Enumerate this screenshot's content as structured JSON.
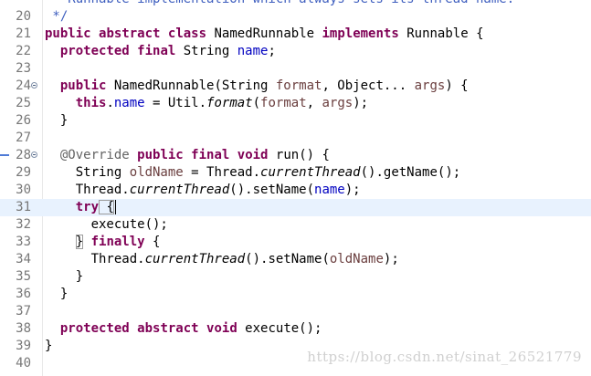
{
  "editor": {
    "lines": [
      {
        "n": "",
        "tokens": [
          {
            "t": "   Runnable implementation which always sets its thread name.",
            "c": "cmt"
          }
        ]
      },
      {
        "n": "20",
        "tokens": [
          {
            "t": " */",
            "c": "cmt"
          }
        ]
      },
      {
        "n": "21",
        "tokens": [
          {
            "t": "public",
            "c": "kw"
          },
          {
            "t": " "
          },
          {
            "t": "abstract",
            "c": "kw"
          },
          {
            "t": " "
          },
          {
            "t": "class",
            "c": "kw"
          },
          {
            "t": " NamedRunnable "
          },
          {
            "t": "implements",
            "c": "kw"
          },
          {
            "t": " Runnable {"
          }
        ]
      },
      {
        "n": "22",
        "tokens": [
          {
            "t": "  "
          },
          {
            "t": "protected",
            "c": "kw"
          },
          {
            "t": " "
          },
          {
            "t": "final",
            "c": "kw"
          },
          {
            "t": " String "
          },
          {
            "t": "name",
            "c": "fld"
          },
          {
            "t": ";"
          }
        ]
      },
      {
        "n": "23",
        "tokens": []
      },
      {
        "n": "24",
        "fold": true,
        "tokens": [
          {
            "t": "  "
          },
          {
            "t": "public",
            "c": "kw"
          },
          {
            "t": " NamedRunnable(String "
          },
          {
            "t": "format",
            "c": "param"
          },
          {
            "t": ", Object... "
          },
          {
            "t": "args",
            "c": "param"
          },
          {
            "t": ") {"
          }
        ]
      },
      {
        "n": "25",
        "tokens": [
          {
            "t": "    "
          },
          {
            "t": "this",
            "c": "kw"
          },
          {
            "t": "."
          },
          {
            "t": "name",
            "c": "fld"
          },
          {
            "t": " = Util."
          },
          {
            "t": "format",
            "c": "it"
          },
          {
            "t": "("
          },
          {
            "t": "format",
            "c": "param"
          },
          {
            "t": ", "
          },
          {
            "t": "args",
            "c": "param"
          },
          {
            "t": ");"
          }
        ]
      },
      {
        "n": "26",
        "tokens": [
          {
            "t": "  }"
          }
        ]
      },
      {
        "n": "27",
        "tokens": []
      },
      {
        "n": "28",
        "fold": true,
        "marker": true,
        "tokens": [
          {
            "t": "  "
          },
          {
            "t": "@Override",
            "c": "ann"
          },
          {
            "t": " "
          },
          {
            "t": "public",
            "c": "kw"
          },
          {
            "t": " "
          },
          {
            "t": "final",
            "c": "kw"
          },
          {
            "t": " "
          },
          {
            "t": "void",
            "c": "kw"
          },
          {
            "t": " run() {"
          }
        ]
      },
      {
        "n": "29",
        "tokens": [
          {
            "t": "    String "
          },
          {
            "t": "oldName",
            "c": "param"
          },
          {
            "t": " = Thread."
          },
          {
            "t": "currentThread",
            "c": "it"
          },
          {
            "t": "().getName();"
          }
        ]
      },
      {
        "n": "30",
        "tokens": [
          {
            "t": "    Thread."
          },
          {
            "t": "currentThread",
            "c": "it"
          },
          {
            "t": "().setName("
          },
          {
            "t": "name",
            "c": "fld"
          },
          {
            "t": ");"
          }
        ]
      },
      {
        "n": "31",
        "current": true,
        "caret": true,
        "tokens": [
          {
            "t": "    "
          },
          {
            "t": "try",
            "c": "kw"
          },
          {
            "t": " {",
            "c": "box"
          }
        ]
      },
      {
        "n": "32",
        "tokens": [
          {
            "t": "      execute();"
          }
        ]
      },
      {
        "n": "33",
        "tokens": [
          {
            "t": "    "
          },
          {
            "t": "}",
            "c": "box"
          },
          {
            "t": " "
          },
          {
            "t": "finally",
            "c": "kw"
          },
          {
            "t": " {"
          }
        ]
      },
      {
        "n": "34",
        "tokens": [
          {
            "t": "      Thread."
          },
          {
            "t": "currentThread",
            "c": "it"
          },
          {
            "t": "().setName("
          },
          {
            "t": "oldName",
            "c": "param"
          },
          {
            "t": ");"
          }
        ]
      },
      {
        "n": "35",
        "tokens": [
          {
            "t": "    }"
          }
        ]
      },
      {
        "n": "36",
        "tokens": [
          {
            "t": "  }"
          }
        ]
      },
      {
        "n": "37",
        "tokens": []
      },
      {
        "n": "38",
        "tokens": [
          {
            "t": "  "
          },
          {
            "t": "protected",
            "c": "kw"
          },
          {
            "t": " "
          },
          {
            "t": "abstract",
            "c": "kw"
          },
          {
            "t": " "
          },
          {
            "t": "void",
            "c": "kw"
          },
          {
            "t": " execute();"
          }
        ]
      },
      {
        "n": "39",
        "tokens": [
          {
            "t": "}"
          }
        ]
      },
      {
        "n": "40",
        "tokens": []
      }
    ]
  },
  "watermark": "https://blog.csdn.net/sinat_26521779",
  "colors": {
    "keyword": "#7f0055",
    "field": "#0000c0",
    "local": "#6a3e3e",
    "annotation": "#646464",
    "comment": "#3f5fbf",
    "current_line": "#e8f2fe"
  }
}
